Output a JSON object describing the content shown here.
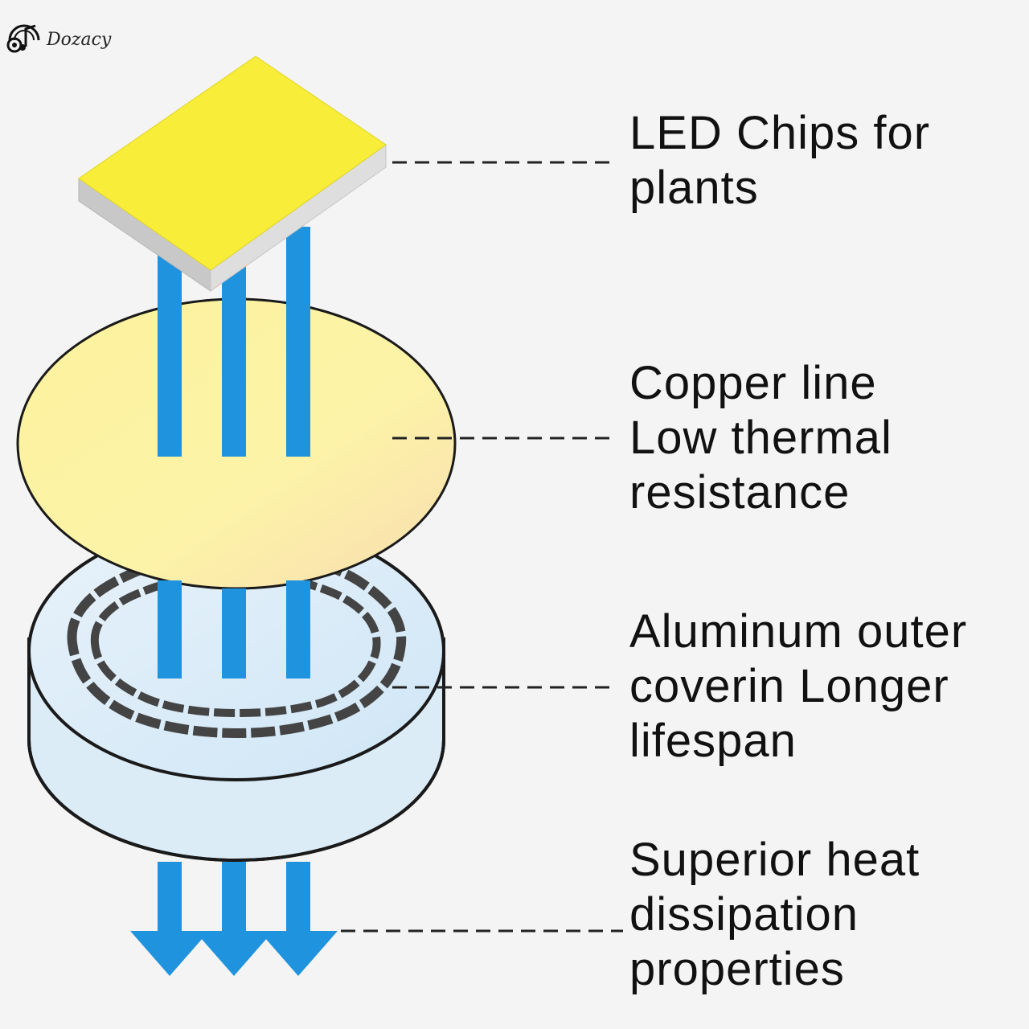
{
  "brand": {
    "name": "Dozacy",
    "logo_icon": "headphones-music-note-icon"
  },
  "colors": {
    "background": "#f4f4f4",
    "chip_yellow": "#f8ee3a",
    "chip_base": "#d4d4d4",
    "heat_arrow_blue": "#1f93dd",
    "copper_disc": "#fbeea0",
    "aluminum_body": "#dcedf8",
    "outline": "#1a1a1a",
    "text": "#111111"
  },
  "labels": {
    "led_chips": {
      "line1": "LED Chips for",
      "line2": "plants"
    },
    "copper_line": {
      "line1": "Copper line",
      "line2": "Low thermal",
      "line3": "resistance"
    },
    "aluminum_cover": {
      "line1": "Aluminum outer",
      "line2": "coverin Longer",
      "line3": "lifespan"
    },
    "heat_dissipation": {
      "line1": "Superior heat",
      "line2": "dissipation",
      "line3": "properties"
    }
  }
}
